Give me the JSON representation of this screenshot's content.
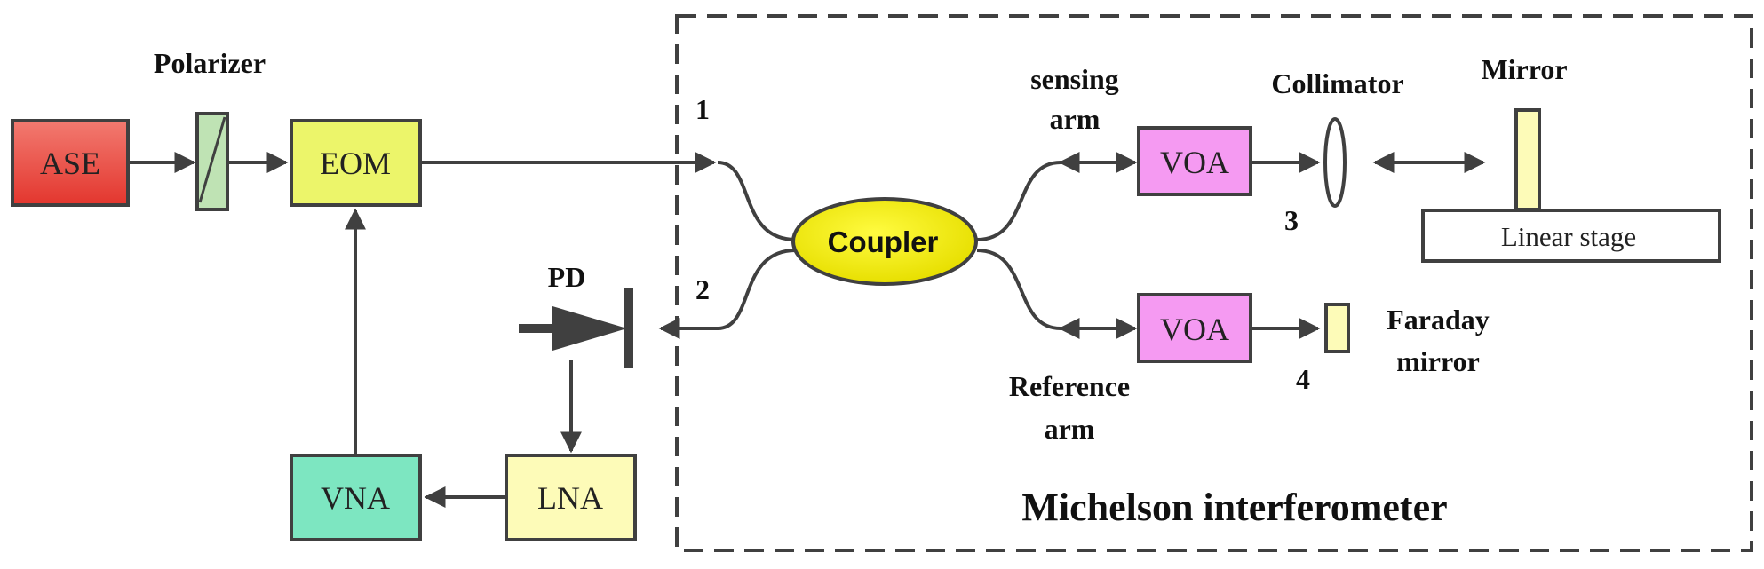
{
  "components": {
    "ase": {
      "label": "ASE",
      "color": "#e8453c"
    },
    "polarizer": {
      "label": "Polarizer",
      "color": "#bfe3b4"
    },
    "eom": {
      "label": "EOM",
      "color": "#ecf56a"
    },
    "vna": {
      "label": "VNA",
      "color": "#7de6c1"
    },
    "lna": {
      "label": "LNA",
      "color": "#fdfbb8"
    },
    "pd": {
      "label": "PD"
    },
    "coupler": {
      "label": "Coupler",
      "color": "#f2ee10"
    },
    "voa_sensing": {
      "label": "VOA",
      "color": "#f59af2"
    },
    "voa_reference": {
      "label": "VOA",
      "color": "#f59af2"
    },
    "collimator": {
      "label": "Collimator"
    },
    "mirror": {
      "label": "Mirror",
      "color": "#fdfbb8"
    },
    "linear_stage": {
      "label": "Linear stage"
    },
    "faraday_mirror": {
      "label_line1": "Faraday",
      "label_line2": "mirror",
      "color": "#fdfbb8"
    }
  },
  "arms": {
    "sensing_line1": "sensing",
    "sensing_line2": "arm",
    "reference_line1": "Reference",
    "reference_line2": "arm"
  },
  "ports": {
    "p1": "1",
    "p2": "2",
    "p3": "3",
    "p4": "4"
  },
  "enclosure": {
    "title": "Michelson interferometer"
  }
}
